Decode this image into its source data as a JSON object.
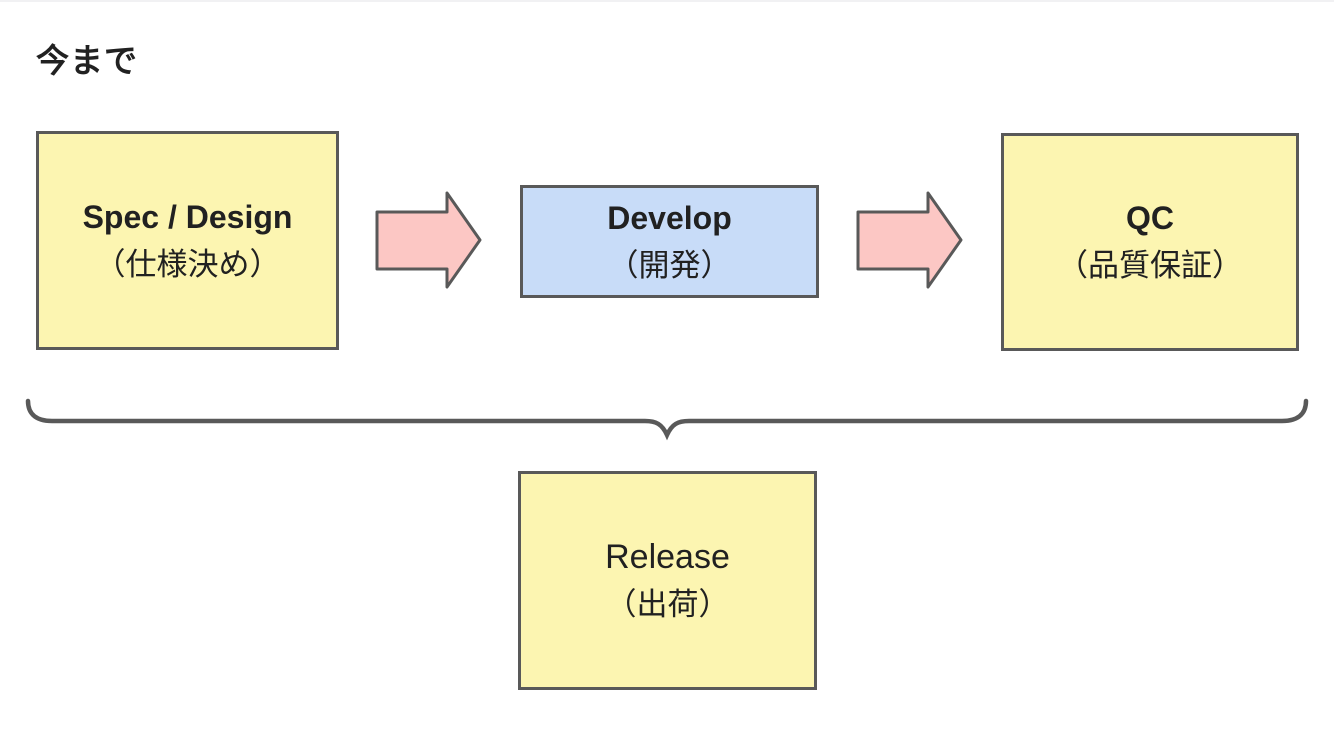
{
  "page": {
    "title": "今まで",
    "background": "#FFFFFF"
  },
  "colors": {
    "box_yellow_fill": "#FCF5B1",
    "box_blue_fill": "#C8DCF8",
    "arrow_pink_fill": "#FCC7C4",
    "outline_gray": "#595959",
    "text_dark": "#212121"
  },
  "flow": {
    "steps": [
      {
        "name": "spec-design",
        "label": "Spec / Design",
        "sublabel": "（仕様決め）"
      },
      {
        "name": "develop",
        "label": "Develop",
        "sublabel": "（開発）"
      },
      {
        "name": "qc",
        "label": "QC",
        "sublabel": "（品質保証）"
      }
    ],
    "result": {
      "name": "release",
      "label": "Release",
      "sublabel": "（出荷）"
    }
  },
  "icons": {
    "arrow_right_1": "block-arrow-right",
    "arrow_right_2": "block-arrow-right",
    "brace": "curly-brace-pointing-down"
  }
}
